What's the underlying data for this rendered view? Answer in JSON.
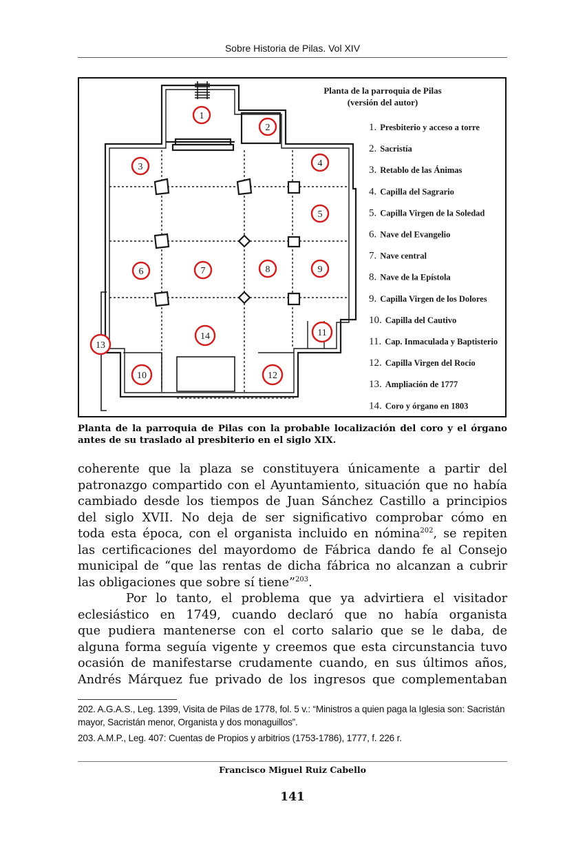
{
  "header": {
    "running_title": "Sobre Historia de Pilas. Vol XIV"
  },
  "figure": {
    "title_line1": "Planta de la parroquia de Pilas",
    "title_line2": "(versión del autor)",
    "legend": [
      {
        "num": "1.",
        "label": "Presbiterio y acceso a torre"
      },
      {
        "num": "2.",
        "label": "Sacristía"
      },
      {
        "num": "3.",
        "label": "Retablo de las Ánimas"
      },
      {
        "num": "4.",
        "label": "Capilla del Sagrario"
      },
      {
        "num": "5.",
        "label": "Capilla Virgen de la Soledad"
      },
      {
        "num": "6.",
        "label": "Nave del Evangelio"
      },
      {
        "num": "7.",
        "label": "Nave central"
      },
      {
        "num": "8.",
        "label": "Nave de la Epístola"
      },
      {
        "num": "9.",
        "label": "Capilla Virgen de los Dolores"
      },
      {
        "num": "10.",
        "label": "Capilla del Cautivo"
      },
      {
        "num": "11.",
        "label": "Cap. Inmaculada y Baptisterio"
      },
      {
        "num": "12.",
        "label": "Capilla Virgen del Rocío"
      },
      {
        "num": "13.",
        "label": "Ampliación de 1777"
      },
      {
        "num": "14.",
        "label": "Coro y órgano en 1803"
      }
    ],
    "markers": [
      "1",
      "2",
      "3",
      "4",
      "5",
      "6",
      "7",
      "8",
      "9",
      "10",
      "11",
      "12",
      "13",
      "14"
    ],
    "colors": {
      "marker": "#d02020",
      "ink": "#1a1a1a"
    }
  },
  "caption": "Planta de la parroquia de Pilas con la probable localización del coro y el órgano antes de su traslado al presbiterio en el siglo XIX.",
  "body": {
    "p1_lines": [
      "coherente que la plaza se constituyera únicamente a partir del",
      "patronazgo compartido con el Ayuntamiento, situación que no había",
      "cambiado desde los tiempos de Juan Sánchez Castillo a principios",
      "del siglo XVII. No deja de ser significativo comprobar cómo en",
      "toda esta época, con el organista incluido en nómina",
      "las certificaciones del mayordomo de Fábrica dando fe al Consejo",
      "municipal de “que las rentas de dicha fábrica no alcanzan a cubrir",
      "las obligaciones que sobre sí tiene”"
    ],
    "p1_line5_after": ", se repiten",
    "p1_end": ".",
    "ref202": "202",
    "ref203": "203",
    "p2_lines": [
      "Por lo tanto, el problema que ya advirtiera el visitador",
      "eclesiástico en 1749, cuando declaró que no había organista",
      "que pudiera mantenerse con el corto salario que se le daba, de",
      "alguna forma seguía vigente y creemos que esta circunstancia tuvo",
      "ocasión de manifestarse crudamente cuando, en sus últimos años,",
      "Andrés Márquez fue privado de los ingresos que complementaban"
    ]
  },
  "footnotes": [
    "202. A.G.A.S., Leg. 1399, Visita de Pilas de 1778, fol. 5 v.: “Ministros a quien paga la Iglesia son: Sacristán mayor, Sacristán menor, Organista y dos monaguillos”.",
    "203. A.M.P., Leg. 407: Cuentas de Propios y arbitrios (1753-1786), 1777, f. 226 r."
  ],
  "footer": {
    "author": "Francisco Miguel Ruiz Cabello",
    "page_number": "141"
  }
}
